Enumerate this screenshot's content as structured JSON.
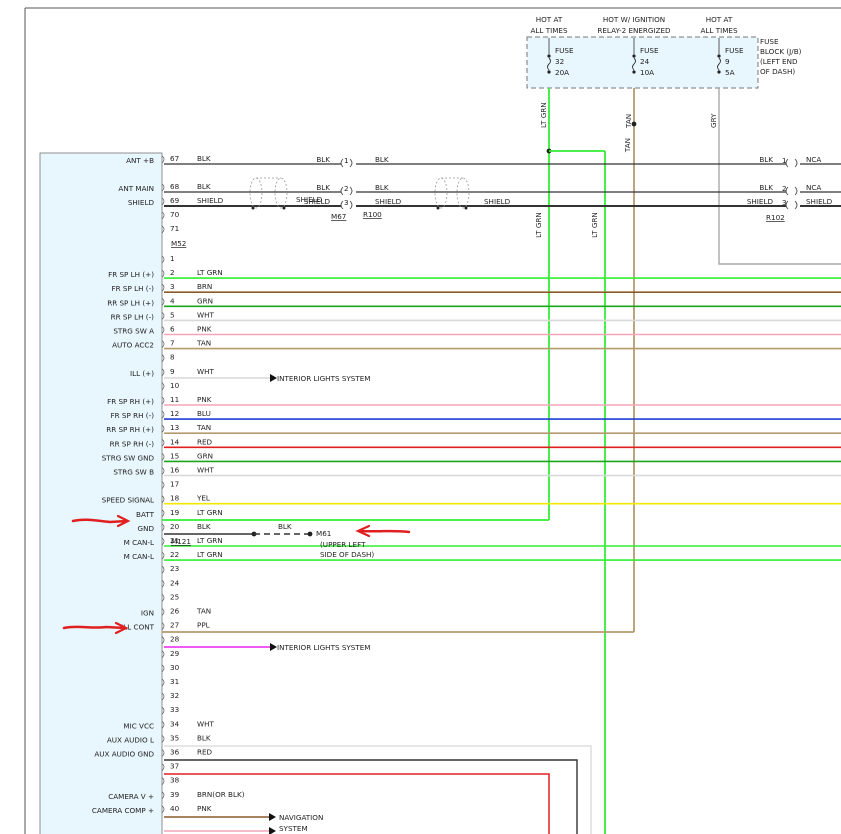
{
  "fuse_block": {
    "label": [
      "FUSE",
      "BLOCK (J/B)",
      "(LEFT END",
      "OF DASH)"
    ],
    "fuses": [
      {
        "header": [
          "HOT AT",
          "ALL TIMES"
        ],
        "name": "FUSE",
        "number": "32",
        "rating": "20A",
        "wire": "LT GRN"
      },
      {
        "header": [
          "HOT W/ IGNITION",
          "RELAY-2 ENERGIZED"
        ],
        "name": "FUSE",
        "number": "24",
        "rating": "10A",
        "wire": "TAN"
      },
      {
        "header": [
          "HOT AT",
          "ALL TIMES"
        ],
        "name": "FUSE",
        "number": "9",
        "rating": "5A",
        "wire": "GRY"
      }
    ]
  },
  "module": {
    "connector_top": "M52",
    "connector_bottom": "M121",
    "pins_top": [
      {
        "pin": "67",
        "label": "ANT +B",
        "color": "BLK"
      },
      {
        "pin": "68",
        "label": "ANT MAIN",
        "color": "BLK"
      },
      {
        "pin": "69",
        "label": "SHIELD",
        "color": "SHIELD"
      },
      {
        "pin": "70",
        "label": "",
        "color": ""
      },
      {
        "pin": "71",
        "label": "",
        "color": ""
      }
    ],
    "pins": [
      {
        "pin": "1",
        "label": "",
        "color": ""
      },
      {
        "pin": "2",
        "label": "FR SP LH (+)",
        "color": "LT GRN"
      },
      {
        "pin": "3",
        "label": "FR SP LH (-)",
        "color": "BRN"
      },
      {
        "pin": "4",
        "label": "RR SP LH (+)",
        "color": "GRN"
      },
      {
        "pin": "5",
        "label": "RR SP LH (-)",
        "color": "WHT"
      },
      {
        "pin": "6",
        "label": "STRG SW A",
        "color": "PNK"
      },
      {
        "pin": "7",
        "label": "AUTO ACC2",
        "color": "TAN"
      },
      {
        "pin": "8",
        "label": "",
        "color": ""
      },
      {
        "pin": "9",
        "label": "ILL (+)",
        "color": "WHT"
      },
      {
        "pin": "10",
        "label": "",
        "color": ""
      },
      {
        "pin": "11",
        "label": "FR SP RH (+)",
        "color": "PNK"
      },
      {
        "pin": "12",
        "label": "FR SP RH (-)",
        "color": "BLU"
      },
      {
        "pin": "13",
        "label": "RR SP RH (+)",
        "color": "TAN"
      },
      {
        "pin": "14",
        "label": "RR SP RH (-)",
        "color": "RED"
      },
      {
        "pin": "15",
        "label": "STRG SW GND",
        "color": "GRN"
      },
      {
        "pin": "16",
        "label": "STRG SW B",
        "color": "WHT"
      },
      {
        "pin": "17",
        "label": "",
        "color": ""
      },
      {
        "pin": "18",
        "label": "SPEED SIGNAL",
        "color": "YEL"
      },
      {
        "pin": "19",
        "label": "BATT",
        "color": "LT GRN"
      },
      {
        "pin": "20",
        "label": "GND",
        "color": "BLK"
      },
      {
        "pin": "21",
        "label": "M CAN-L",
        "color": "LT GRN"
      },
      {
        "pin": "22",
        "label": "M CAN-L",
        "color": "LT GRN"
      },
      {
        "pin": "23",
        "label": "",
        "color": ""
      },
      {
        "pin": "24",
        "label": "",
        "color": ""
      },
      {
        "pin": "25",
        "label": "",
        "color": ""
      },
      {
        "pin": "26",
        "label": "IGN",
        "color": "TAN"
      },
      {
        "pin": "27",
        "label": "ILL CONT",
        "color": "PPL"
      },
      {
        "pin": "28",
        "label": "",
        "color": ""
      },
      {
        "pin": "29",
        "label": "",
        "color": ""
      },
      {
        "pin": "30",
        "label": "",
        "color": ""
      },
      {
        "pin": "31",
        "label": "",
        "color": ""
      },
      {
        "pin": "32",
        "label": "",
        "color": ""
      },
      {
        "pin": "33",
        "label": "",
        "color": ""
      },
      {
        "pin": "34",
        "label": "MIC VCC",
        "color": "WHT"
      },
      {
        "pin": "35",
        "label": "AUX AUDIO L",
        "color": "BLK"
      },
      {
        "pin": "36",
        "label": "AUX AUDIO GND",
        "color": "RED"
      },
      {
        "pin": "37",
        "label": "",
        "color": ""
      },
      {
        "pin": "38",
        "label": "",
        "color": ""
      },
      {
        "pin": "39",
        "label": "CAMERA V +",
        "color": "BRN(OR BLK)"
      },
      {
        "pin": "40",
        "label": "CAMERA COMP +",
        "color": "PNK"
      }
    ]
  },
  "antenna": {
    "conn_1": "M67",
    "conn_2": "R100",
    "conn_3": "R102",
    "wire_mid": [
      "BLK",
      "BLK",
      "SHIELD"
    ],
    "wire_after": [
      "BLK",
      "BLK",
      "SHIELD"
    ],
    "shield_after": "SHIELD",
    "wire_right": [
      "BLK",
      "BLK",
      "SHIELD"
    ],
    "right_after": [
      "NCA",
      "NCA",
      "SHIELD"
    ],
    "cavities": [
      "1",
      "2",
      "3"
    ]
  },
  "ground": {
    "wire": "BLK",
    "connector": "M61",
    "location": [
      "(UPPER LEFT",
      "SIDE OF DASH)"
    ]
  },
  "destinations": {
    "interior_lights": "INTERIOR LIGHTS SYSTEM",
    "navigation": [
      "NAVIGATION",
      "SYSTEM"
    ]
  },
  "vertical_labels": {
    "lt_grn": "LT GRN",
    "tan": "TAN"
  },
  "colors": {
    "BLK": "#333333",
    "SHIELD": "#333333",
    "LT GRN": "#33ee33",
    "BRN": "#8b5a2b",
    "GRN": "#1aa51a",
    "WHT": "#d8d8d8",
    "PNK": "#f4a6b8",
    "TAN": "#b59a6e",
    "BLU": "#1f3fd6",
    "RED": "#e02020",
    "YEL": "#f2e800",
    "PPL": "#ee22ee",
    "GRY": "#a8a8a8",
    "BRN(OR BLK)": "#8b5a2b",
    "module_fill": "#e8f6fd",
    "annotation": "#e02020"
  }
}
